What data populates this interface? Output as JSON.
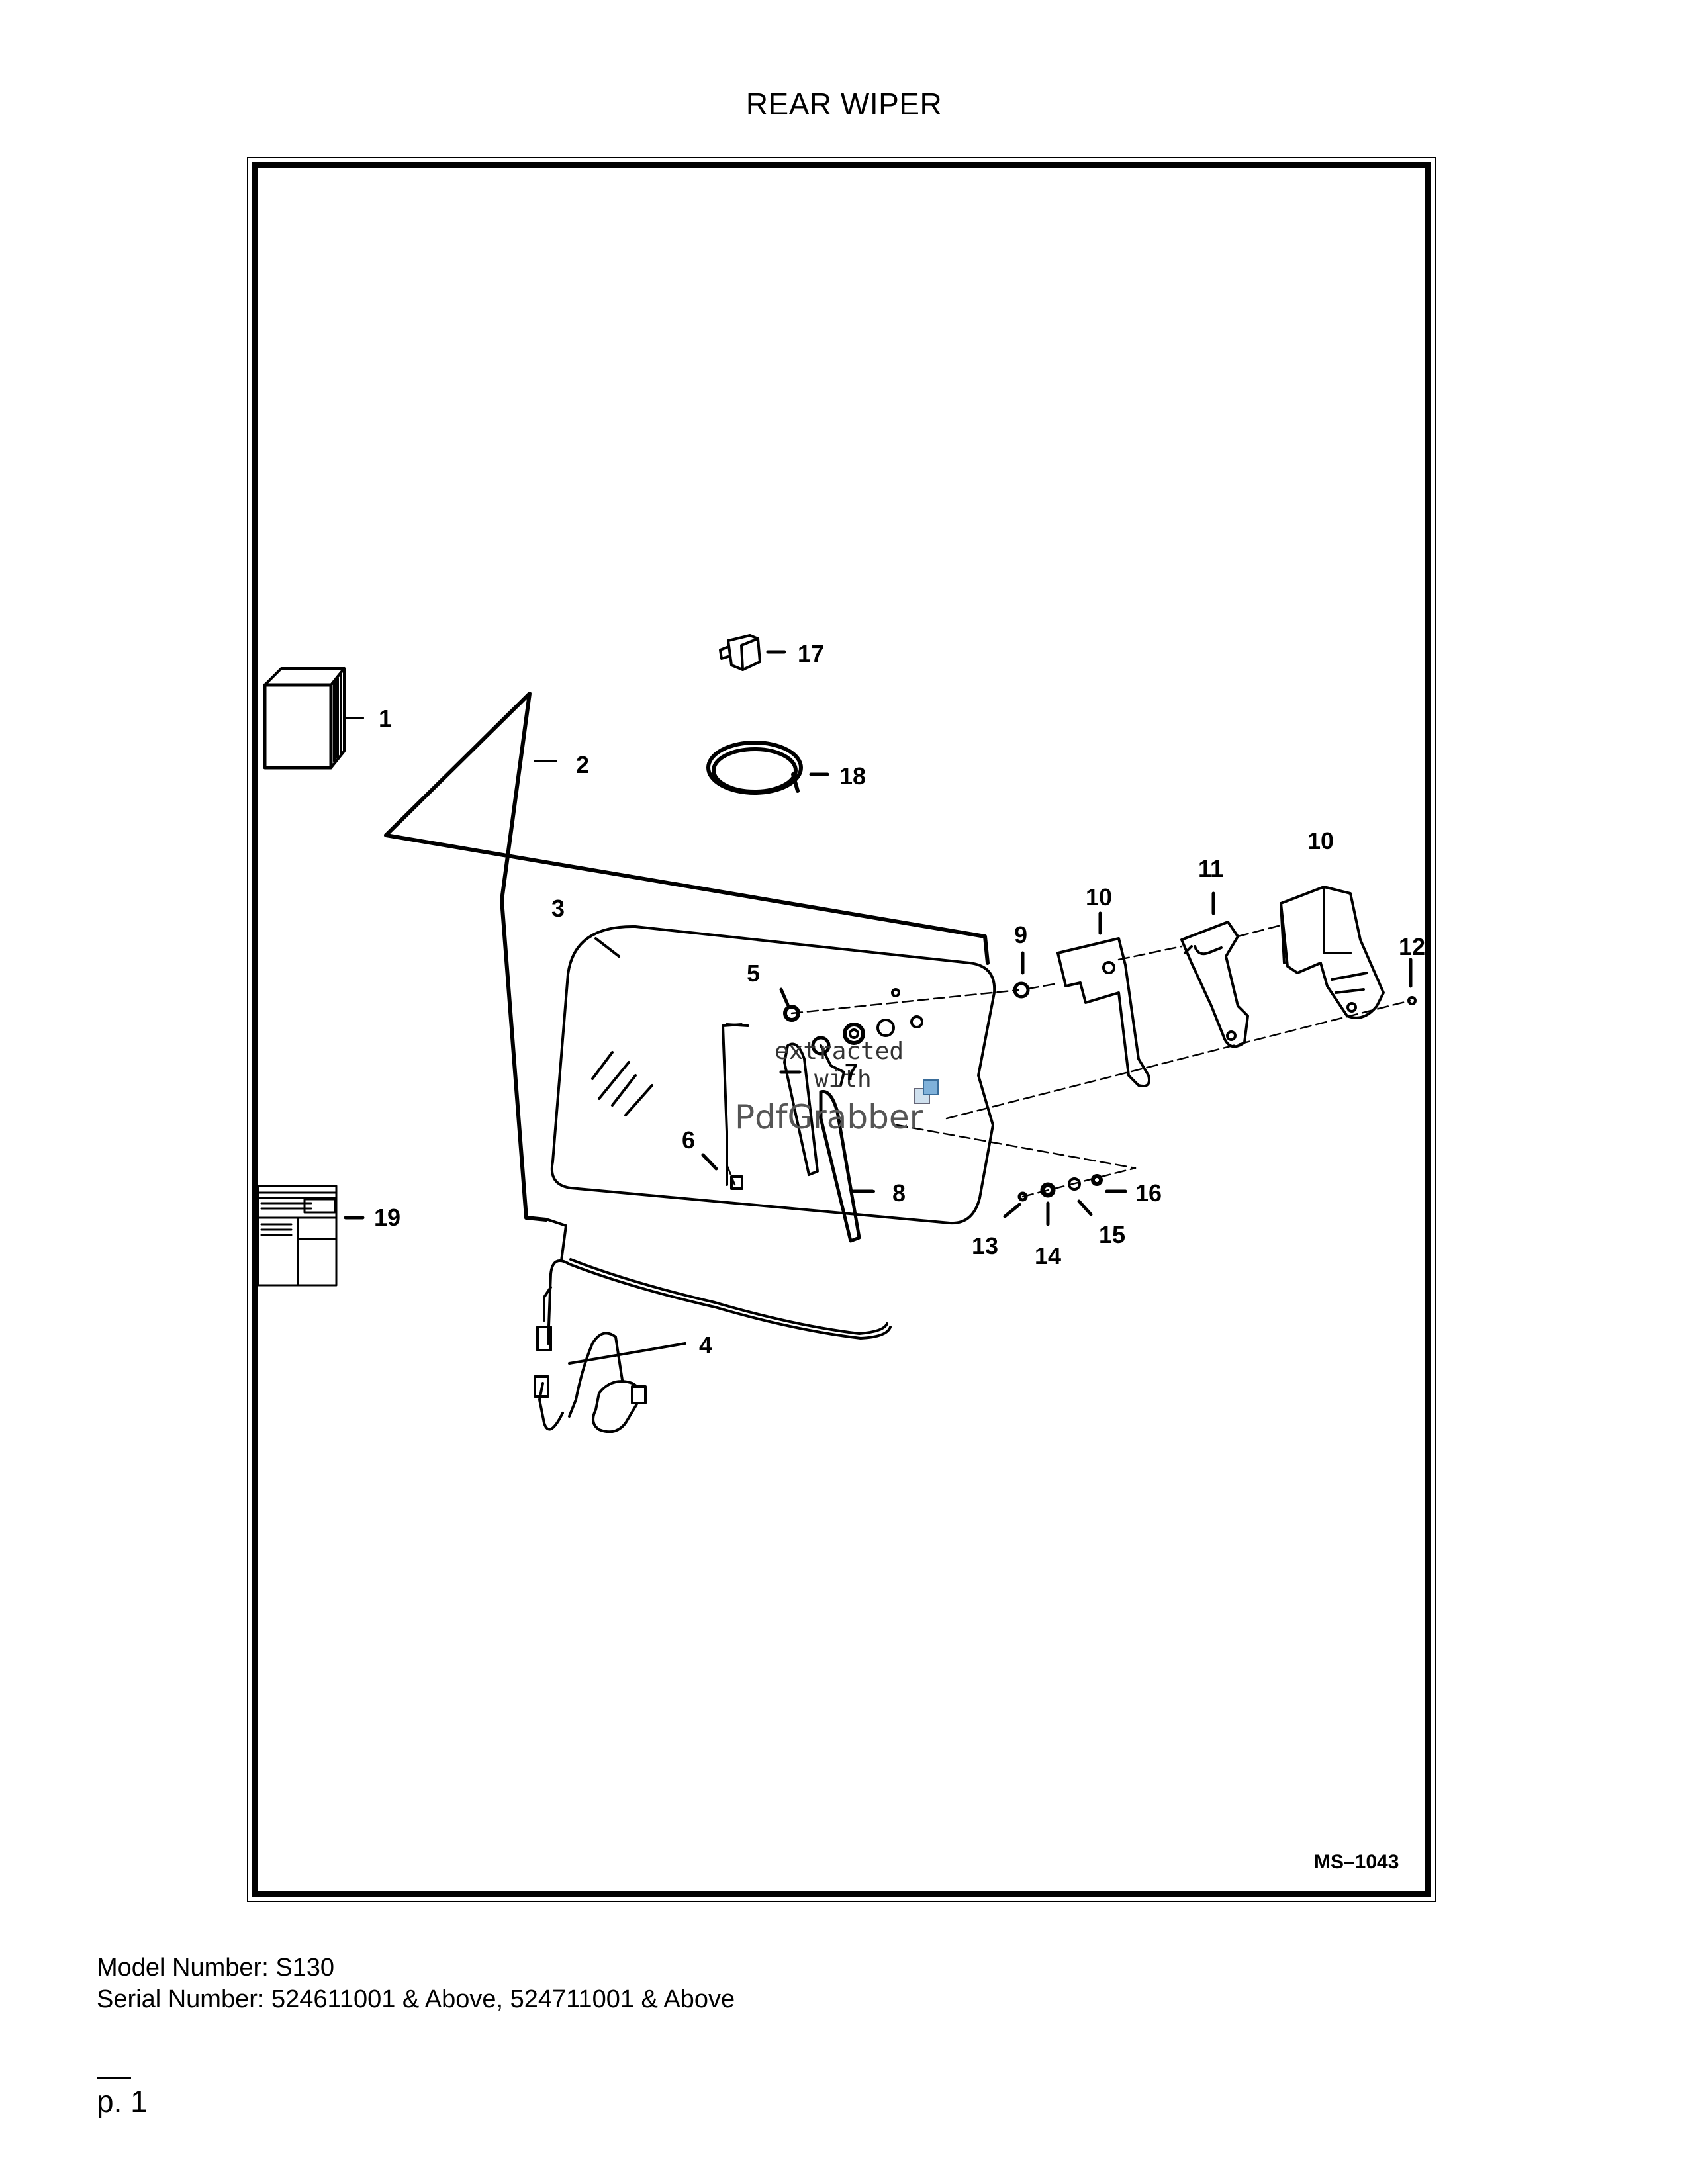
{
  "page": {
    "title": "REAR WIPER",
    "model_line": "Model Number: S130",
    "serial_line": "Serial Number: 524611001 & Above, 524711001 & Above",
    "page_number": "p. 1"
  },
  "diagram": {
    "drawing_code": "MS–1043",
    "callouts": [
      "1",
      "2",
      "3",
      "4",
      "5",
      "6",
      "7",
      "8",
      "9",
      "10",
      "10",
      "11",
      "12",
      "13",
      "14",
      "15",
      "16",
      "17",
      "18",
      "19"
    ],
    "watermark": {
      "line1": "extracted",
      "line2": "with",
      "logo": "PdfGrabber"
    }
  }
}
